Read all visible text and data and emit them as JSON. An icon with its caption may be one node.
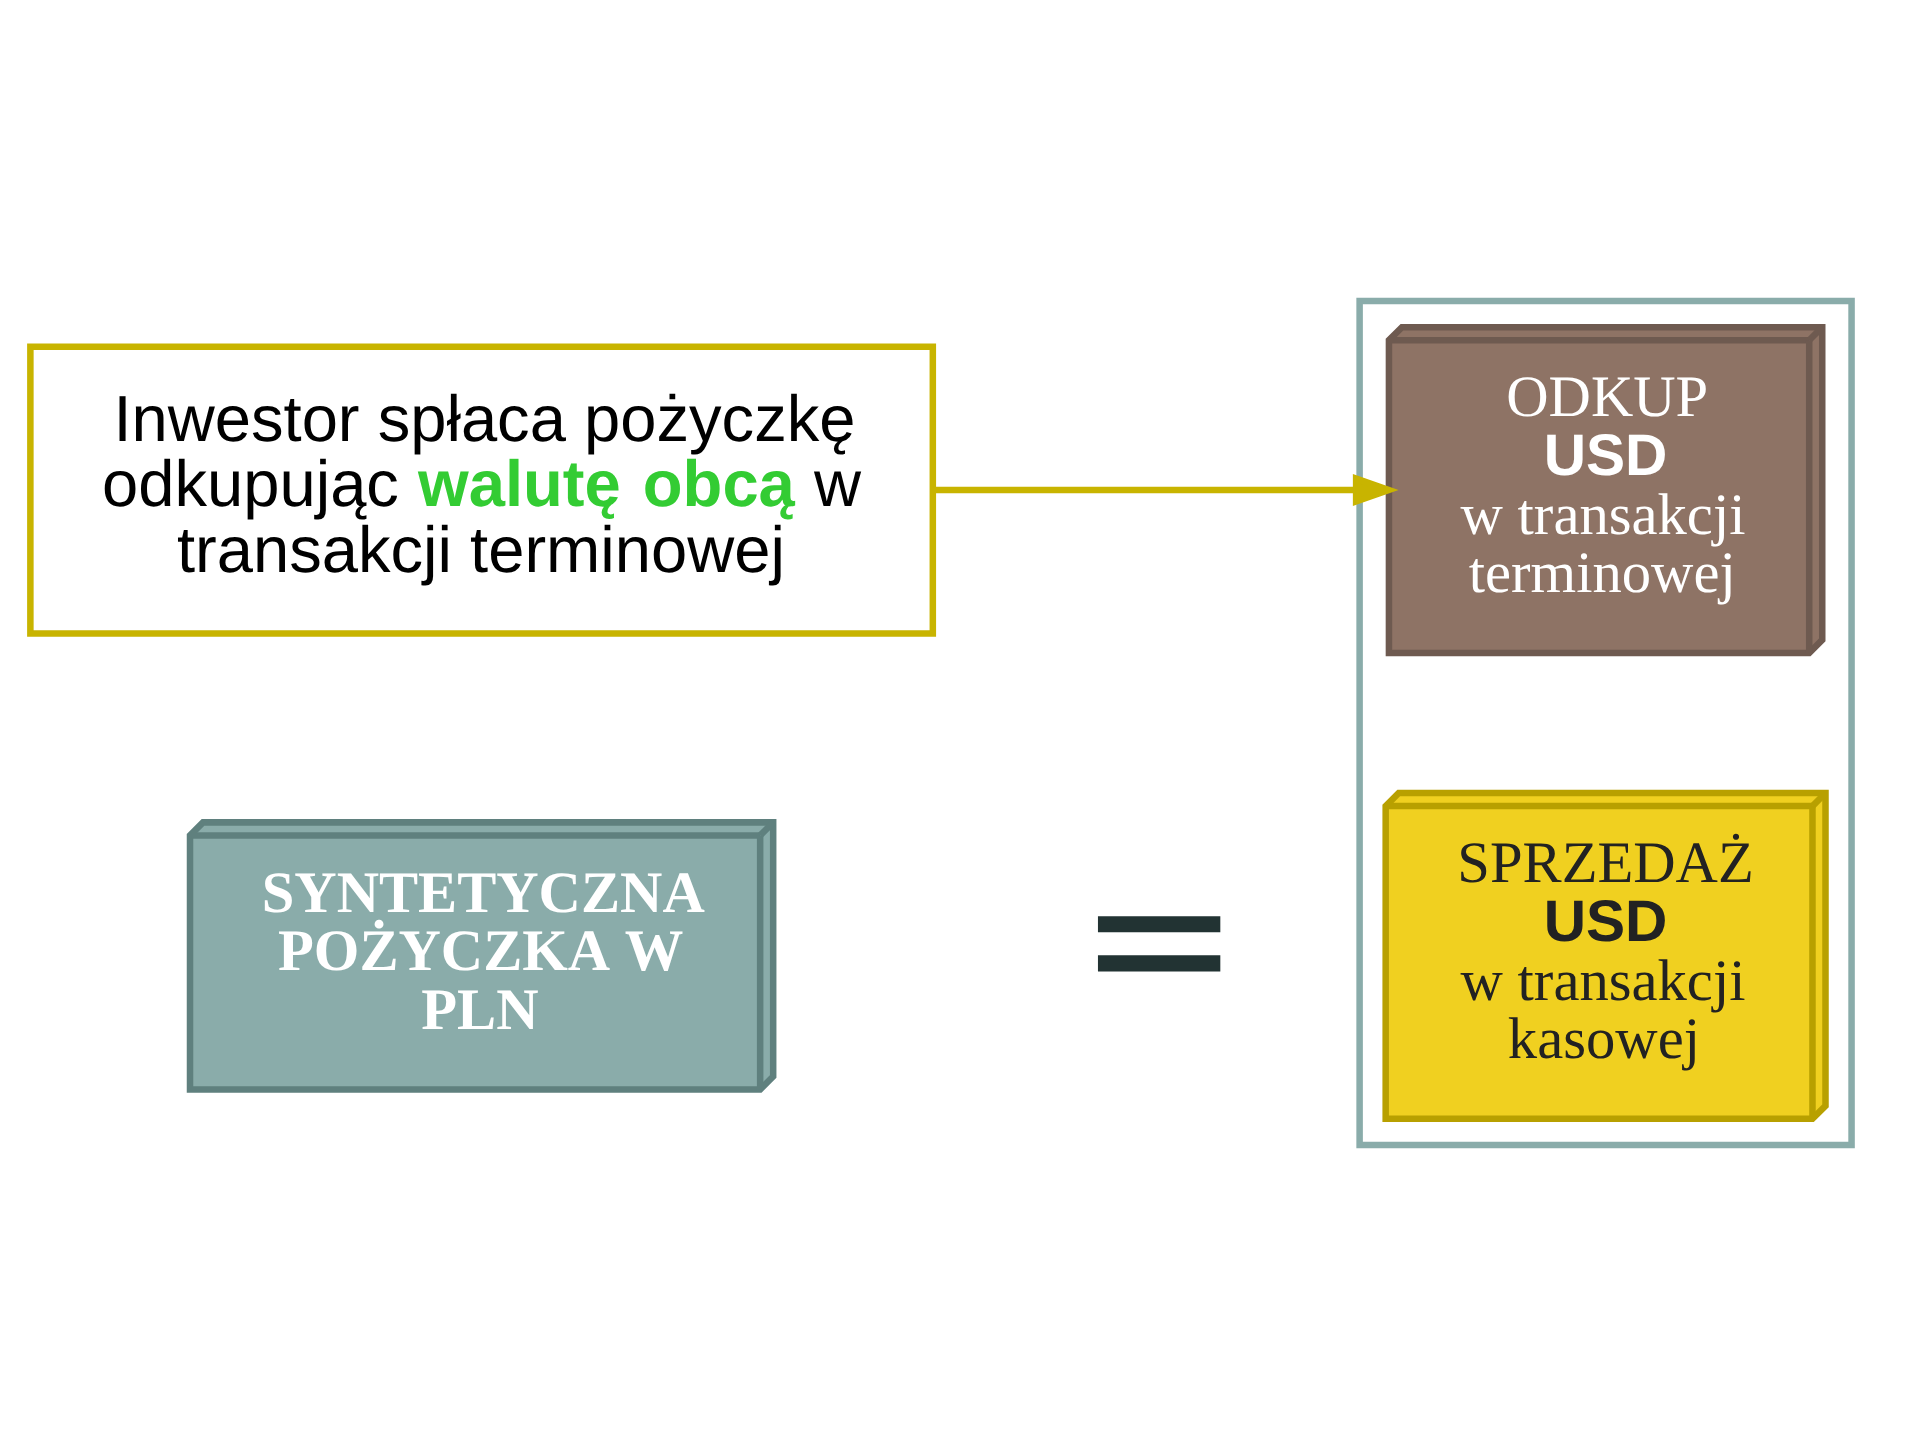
{
  "diagram": {
    "nodes": [
      {
        "text": [
          "Inwestor spłaca pożyczkę odkupując **walutę obcą** w transakcji terminowej"
        ]
      },
      {
        "text": [],
        "shape": "box"
      },
      {
        "text": [
          "ODKUP",
          "USD",
          "w transakcji terminowej"
        ],
        "in": 1
      },
      {
        "text": [
          "SPRZEDAŻ",
          "USD",
          "w transakcji kasowej"
        ],
        "in": 1
      },
      {
        "text": [
          "SYNTETYCZNA POŻYCZKA W PLN"
        ]
      }
    ],
    "edges": [
      {
        "from": 0,
        "to": 2,
        "arrow": "to",
        "color": "#c8b400"
      }
    ],
    "labels": [
      "="
    ]
  }
}
